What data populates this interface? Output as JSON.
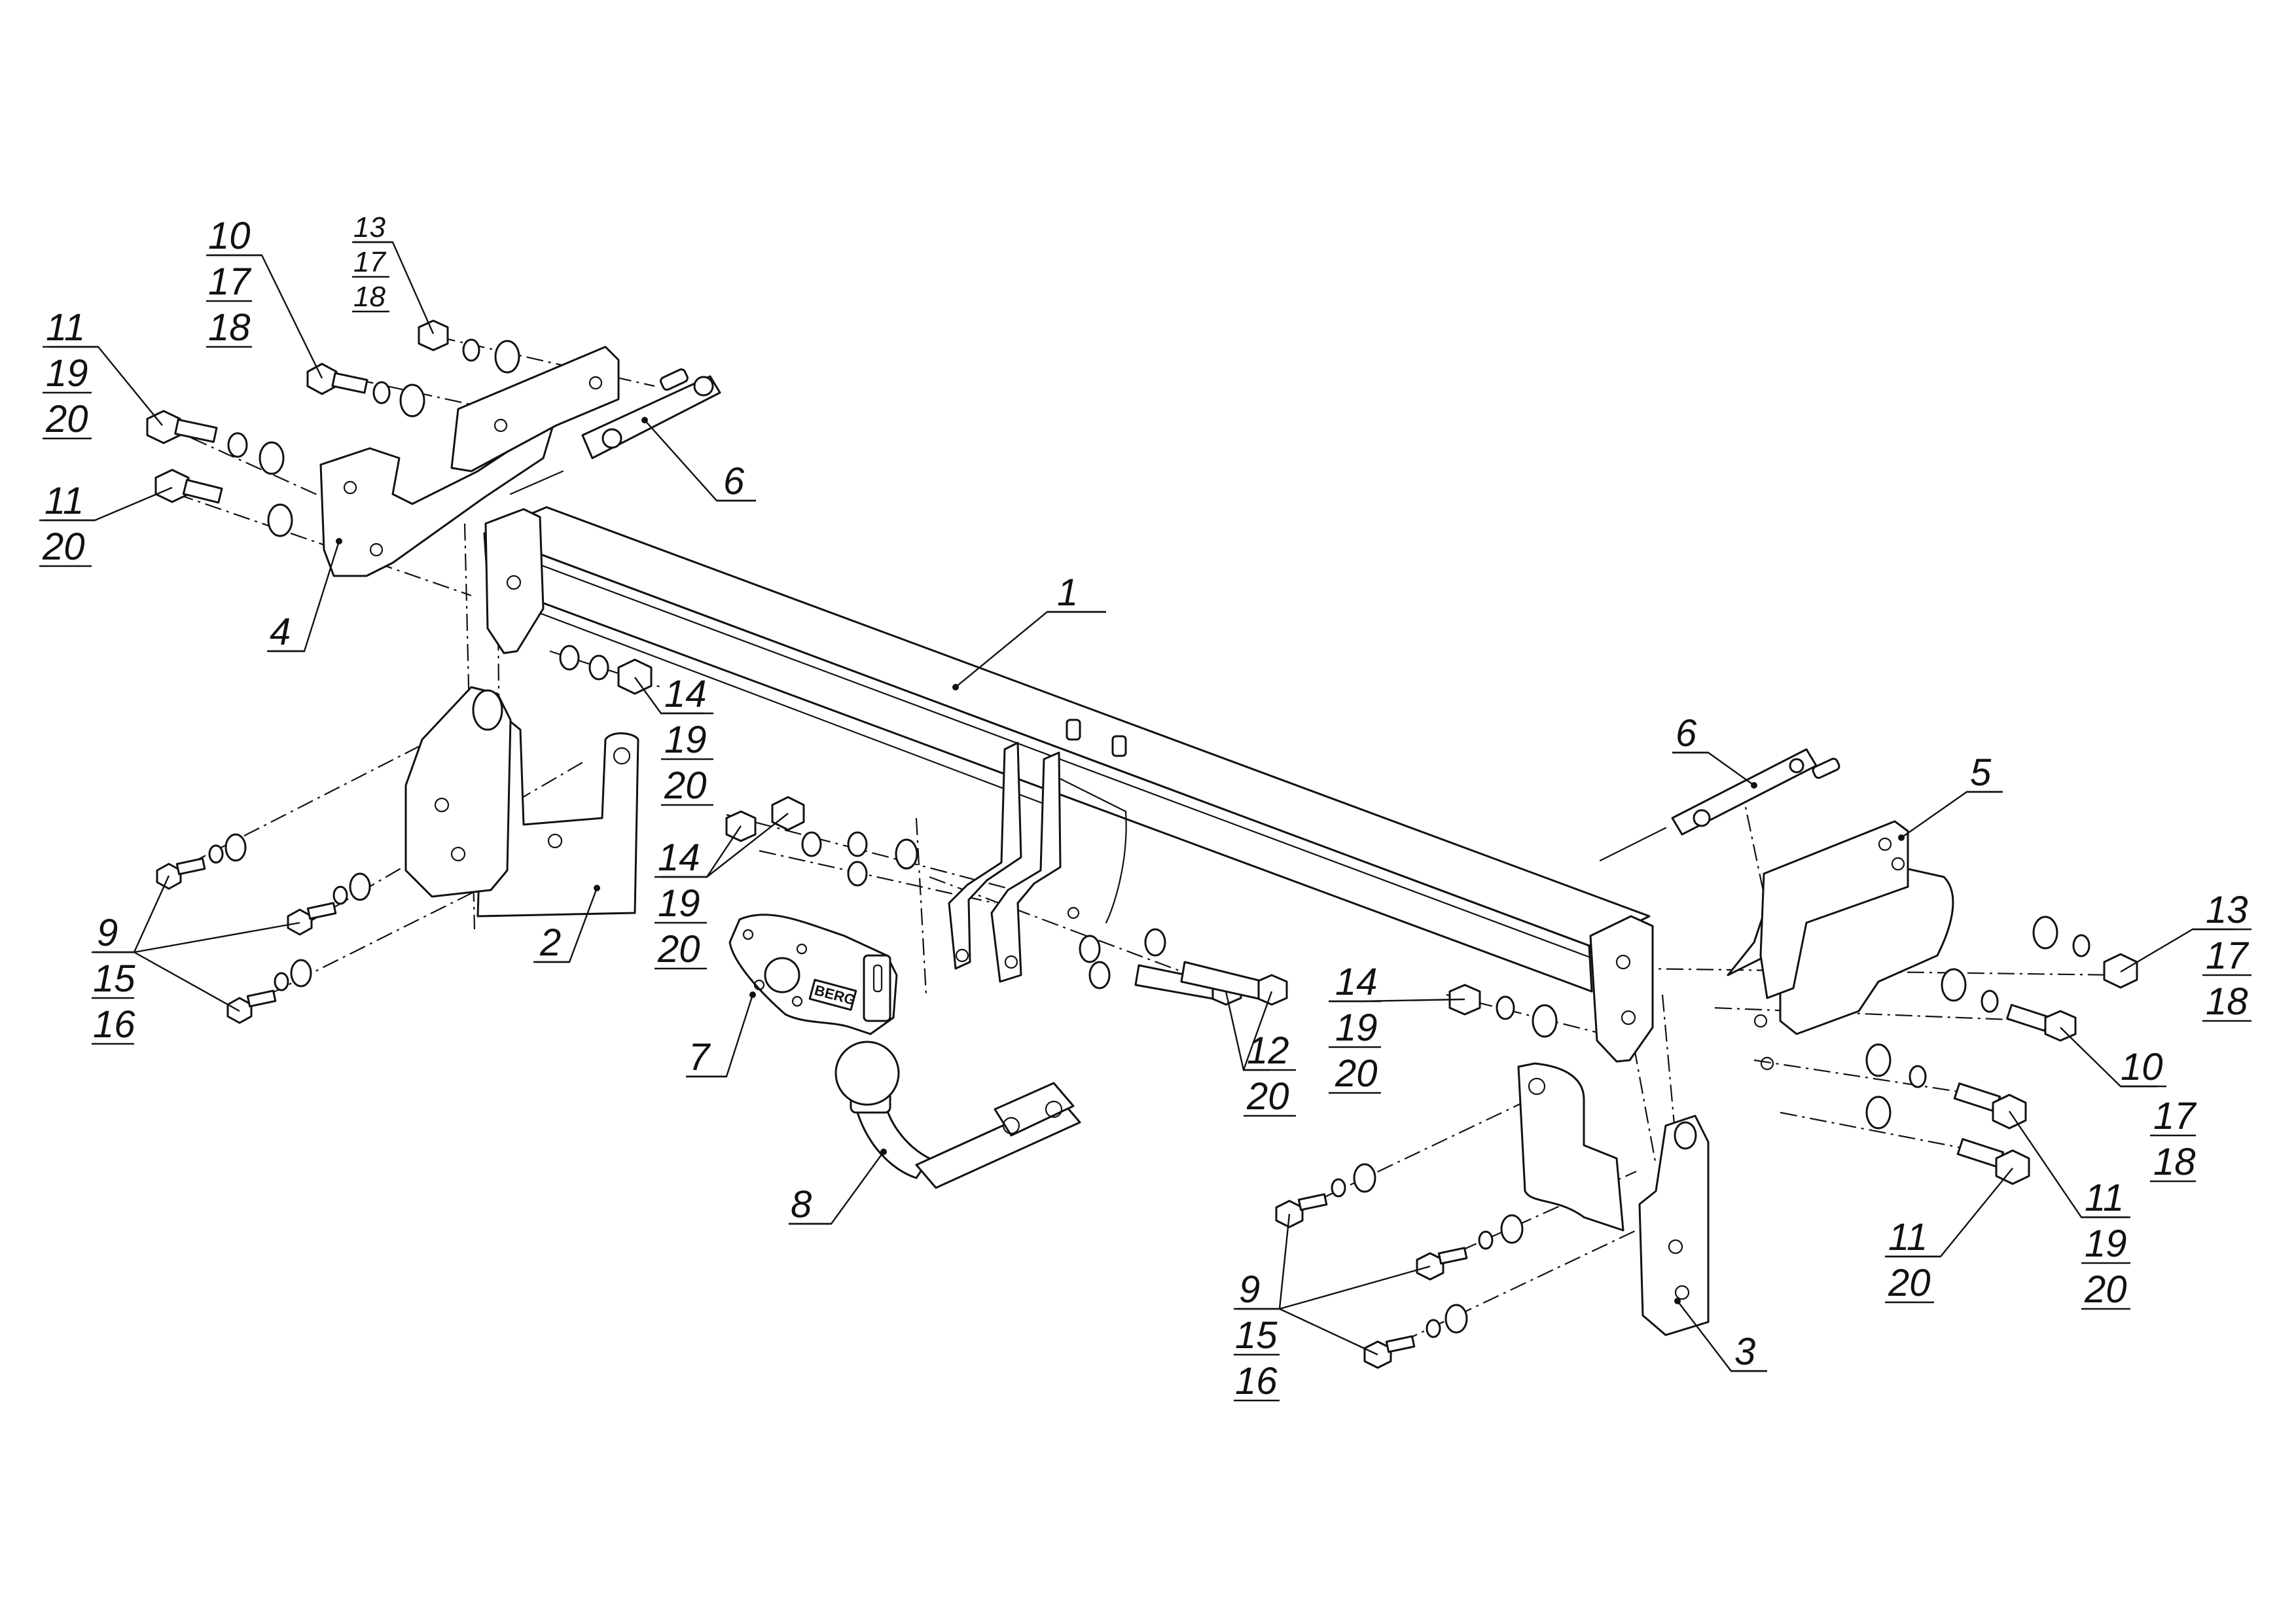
{
  "brand_mark": "BERG",
  "callouts": {
    "c1": [
      "1"
    ],
    "c2": [
      "2"
    ],
    "c3": [
      "3"
    ],
    "c4": [
      "4"
    ],
    "c5": [
      "5"
    ],
    "c6a": [
      "6"
    ],
    "c6b": [
      "6"
    ],
    "c7": [
      "7"
    ],
    "c8": [
      "8"
    ],
    "c9a": [
      "9",
      "15",
      "16"
    ],
    "c9b": [
      "9",
      "15",
      "16"
    ],
    "c10a": [
      "10",
      "17",
      "18"
    ],
    "c10b": [
      "10",
      "17",
      "18"
    ],
    "c11a": [
      "11",
      "19",
      "20"
    ],
    "c11b": [
      "11",
      "20"
    ],
    "c11c": [
      "11",
      "19",
      "20"
    ],
    "c11d": [
      "11",
      "20"
    ],
    "c12": [
      "12",
      "20"
    ],
    "c13a": [
      "13",
      "17",
      "18"
    ],
    "c13b": [
      "13",
      "17",
      "18"
    ],
    "c14a": [
      "14",
      "19",
      "20"
    ],
    "c14b": [
      "14",
      "19",
      "20"
    ],
    "c14c": [
      "14",
      "19",
      "20"
    ]
  }
}
